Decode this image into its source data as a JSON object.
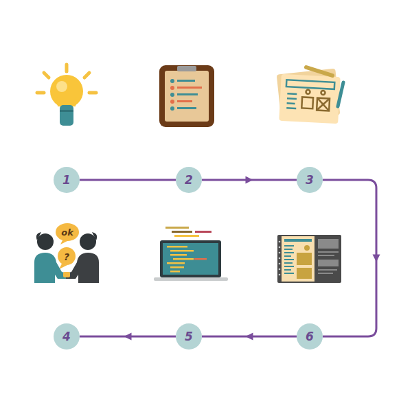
{
  "diagram": {
    "nodes": [
      {
        "text": [
          "1"
        ]
      },
      {
        "text": [
          "2"
        ]
      },
      {
        "text": [
          "3"
        ]
      },
      {
        "text": [
          "4"
        ]
      },
      {
        "text": [
          "5"
        ]
      },
      {
        "text": [
          "6"
        ]
      }
    ],
    "edges": [
      {
        "from": 0,
        "to": 1,
        "arrow": "none"
      },
      {
        "from": 1,
        "to": 2,
        "arrow": "to"
      },
      {
        "from": 2,
        "to": 5,
        "arrow": "to"
      },
      {
        "from": 5,
        "to": 4,
        "arrow": "to"
      },
      {
        "from": 4,
        "to": 3,
        "arrow": "to"
      }
    ],
    "labels": [
      "ok",
      "?"
    ]
  }
}
